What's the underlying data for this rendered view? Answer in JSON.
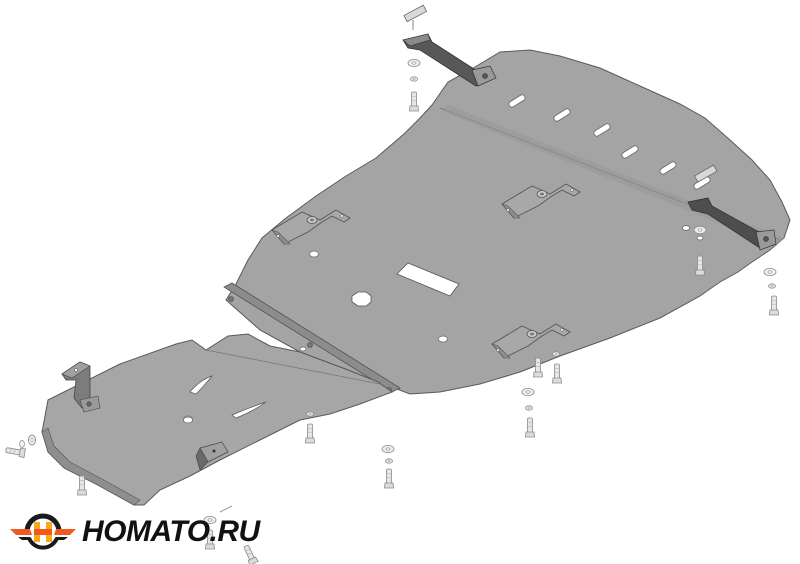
{
  "image": {
    "subject": "Exploded-view technical illustration of a multi-section underbody skid plate (engine / gearbox / transfer case protection) with mounting brackets and fasteners",
    "view": "isometric"
  },
  "colors": {
    "background": "#ffffff",
    "plate_fill": "#a4a4a4",
    "plate_edge": "#5a5a5a",
    "plate_shadow": "#8c8c8c",
    "bracket_dark": "#4a4a4a",
    "fastener_fill": "#e4e4e4",
    "fastener_stroke": "#8a8a8a",
    "logo_orange": "#f05a1e",
    "logo_yellow": "#f7a81b",
    "logo_dark": "#1a1a1a"
  },
  "watermark": {
    "brand": "Homato.ru",
    "text": "HOMATO.RU",
    "icon": "winged-h-emblem-icon"
  },
  "parts": {
    "main_plate": {
      "label": "main skid plate",
      "slots": 6,
      "rect_cutout": 1,
      "octagon_cutout": 1,
      "round_holes": 3
    },
    "rear_plate": {
      "label": "rear (gearbox) skid plate",
      "curved_slots": 2,
      "round_holes": 2
    },
    "brackets": [
      {
        "id": "bracket-top",
        "label": "top long bracket"
      },
      {
        "id": "bracket-right",
        "label": "right long bracket"
      },
      {
        "id": "bracket-left-rear",
        "label": "rear plate side bracket"
      },
      {
        "id": "bracket-rear-bottom",
        "label": "rear plate bottom bracket"
      },
      {
        "id": "mount-left",
        "label": "left mounting saddle"
      },
      {
        "id": "mount-center",
        "label": "center mounting saddle"
      },
      {
        "id": "mount-bottom",
        "label": "lower mounting saddle"
      }
    ],
    "fastener_count": 16
  }
}
